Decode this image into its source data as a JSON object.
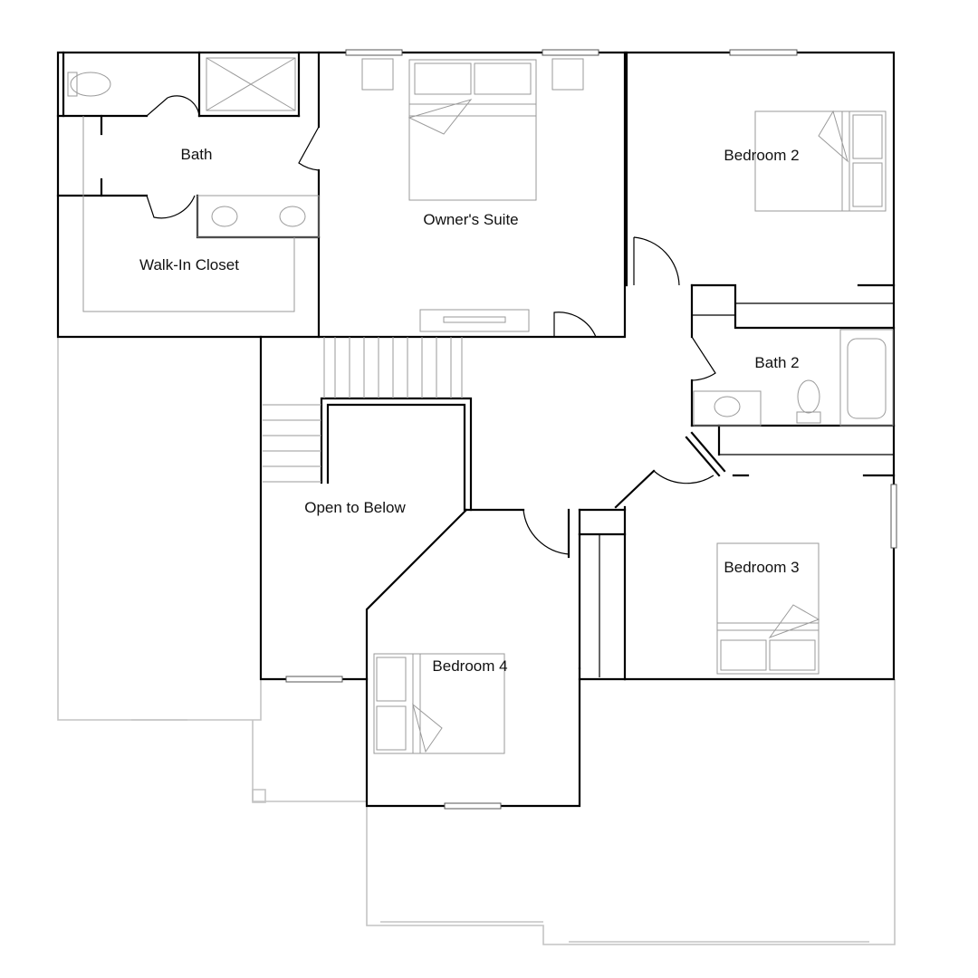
{
  "rooms": {
    "bath": "Bath",
    "walk_in_closet": "Walk-In Closet",
    "owners_suite": "Owner's Suite",
    "bedroom_2": "Bedroom 2",
    "bath_2": "Bath 2",
    "open_to_below": "Open to Below",
    "bedroom_3": "Bedroom 3",
    "bedroom_4": "Bedroom 4"
  },
  "colors": {
    "wall": "#000000",
    "fixture": "#9a9a9a",
    "lower_level_outline": "#c4c4c4",
    "background": "#ffffff"
  }
}
